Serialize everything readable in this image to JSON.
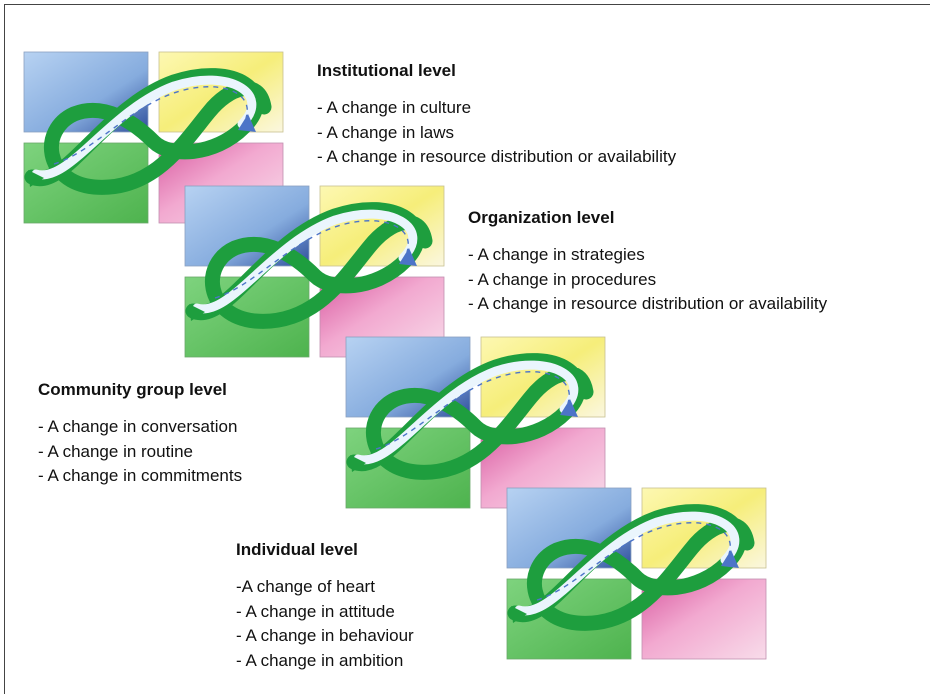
{
  "levels": [
    {
      "heading": "Institutional level",
      "items": [
        "- A change in culture",
        "- A change in laws",
        "- A change in resource distribution or availability"
      ]
    },
    {
      "heading": "Organization level",
      "items": [
        "- A change in strategies",
        "- A change in procedures",
        "- A change in resource distribution or availability"
      ]
    },
    {
      "heading": "Community group level",
      "items": [
        "- A change in conversation",
        "- A change in routine",
        "- A change in commitments"
      ]
    },
    {
      "heading": "Individual level",
      "items": [
        "-A change of heart",
        "- A change in attitude",
        "- A change in behaviour",
        "- A change in ambition"
      ]
    }
  ],
  "tile_colors": {
    "blue": "#8fb4e2",
    "yellow": "#f8f090",
    "green": "#5cbf5c",
    "pink": "#ef9cc9"
  },
  "ribbon_colors": {
    "green": "#1e9e3e",
    "light": "#dfeffc",
    "arrow": "#4c74c8"
  }
}
